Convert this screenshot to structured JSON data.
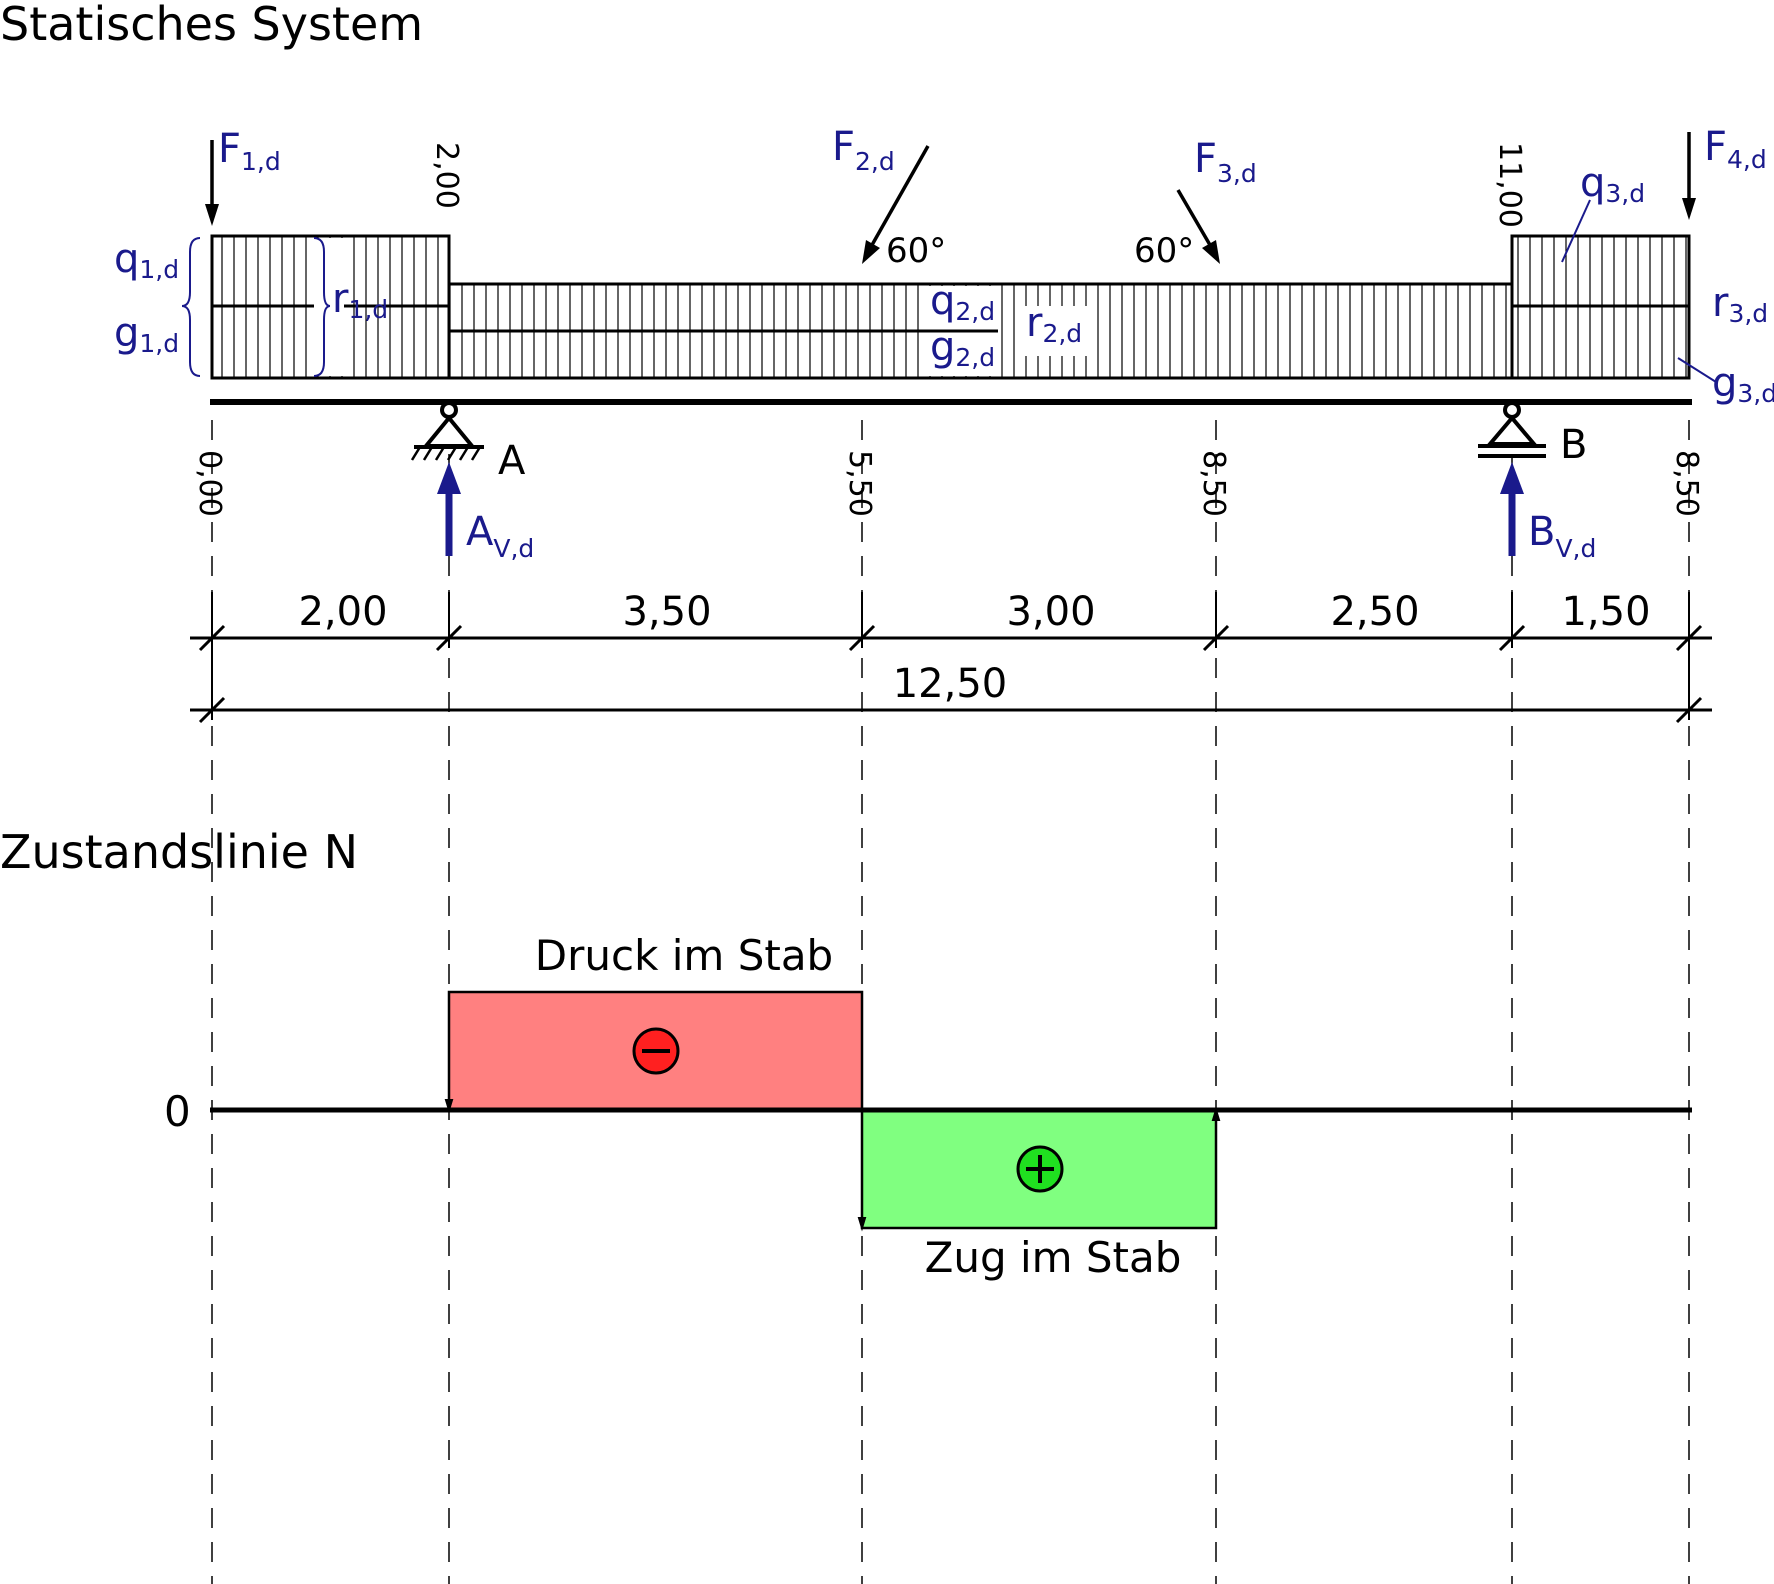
{
  "titles": {
    "system": "Statisches System",
    "n_line": "Zustandslinie N"
  },
  "loads": {
    "F1": {
      "main": "F",
      "sub": "1,d"
    },
    "F2": {
      "main": "F",
      "sub": "2,d"
    },
    "F3": {
      "main": "F",
      "sub": "3,d"
    },
    "F4": {
      "main": "F",
      "sub": "4,d"
    },
    "q1": {
      "main": "q",
      "sub": "1,d"
    },
    "g1": {
      "main": "g",
      "sub": "1,d"
    },
    "r1": {
      "main": "r",
      "sub": "1,d"
    },
    "q2": {
      "main": "q",
      "sub": "2,d"
    },
    "g2": {
      "main": "g",
      "sub": "2,d"
    },
    "r2": {
      "main": "r",
      "sub": "2,d"
    },
    "q3": {
      "main": "q",
      "sub": "3,d"
    },
    "g3": {
      "main": "g",
      "sub": "3,d"
    },
    "r3": {
      "main": "r",
      "sub": "3,d"
    },
    "angle2": "60°",
    "angle3": "60°"
  },
  "supports": {
    "A": "A",
    "B": "B",
    "AV": {
      "main": "A",
      "sub": "V,d"
    },
    "BV": {
      "main": "B",
      "sub": "V,d"
    }
  },
  "stations": {
    "top": [
      "2,00",
      "11,00"
    ],
    "bottom": [
      "0,00",
      "5,50",
      "8,50",
      "8,50"
    ]
  },
  "dimensions": {
    "segments": [
      "2,00",
      "3,50",
      "3,00",
      "2,50",
      "1,50"
    ],
    "total": "12,50"
  },
  "diagram": {
    "zero_label": "0",
    "compression_label": "Druck im Stab",
    "tension_label": "Zug im Stab",
    "minus_sign": "−",
    "plus_sign": "+",
    "compression_color": "#ff8080",
    "tension_color": "#80ff80",
    "minus_circle_color": "#ff2020",
    "plus_circle_color": "#20e020",
    "label_color": "#1a1a8c"
  }
}
